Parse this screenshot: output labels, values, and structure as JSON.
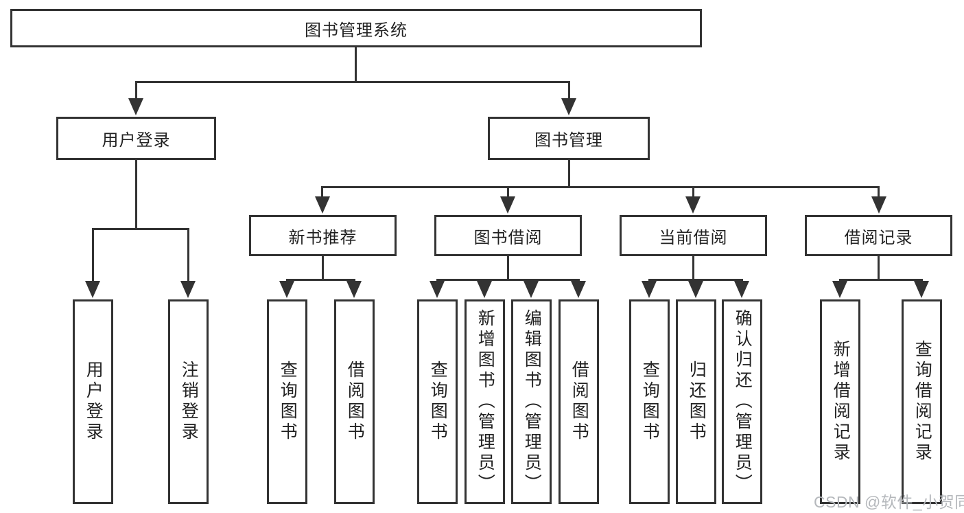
{
  "tree": {
    "root": "图书管理系统",
    "level2": [
      "用户登录",
      "图书管理"
    ],
    "level3": [
      "新书推荐",
      "图书借阅",
      "当前借阅",
      "借阅记录"
    ],
    "leaves": {
      "login": [
        "用户登录",
        "注销登录"
      ],
      "recommend": [
        "查询图书",
        "借阅图书"
      ],
      "borrow": [
        "查询图书",
        "新增图书（管理员）",
        "编辑图书（管理员）",
        "借阅图书"
      ],
      "current": [
        "查询图书",
        "归还图书",
        "确认归还（管理员）"
      ],
      "records": [
        "新增借阅记录",
        "查询借阅记录"
      ]
    }
  },
  "watermark": "CSDN @软件_小贺同学",
  "colors": {
    "line": "#333333",
    "text": "#222222",
    "watermark": "#b5b8bc",
    "background": "#ffffff"
  }
}
